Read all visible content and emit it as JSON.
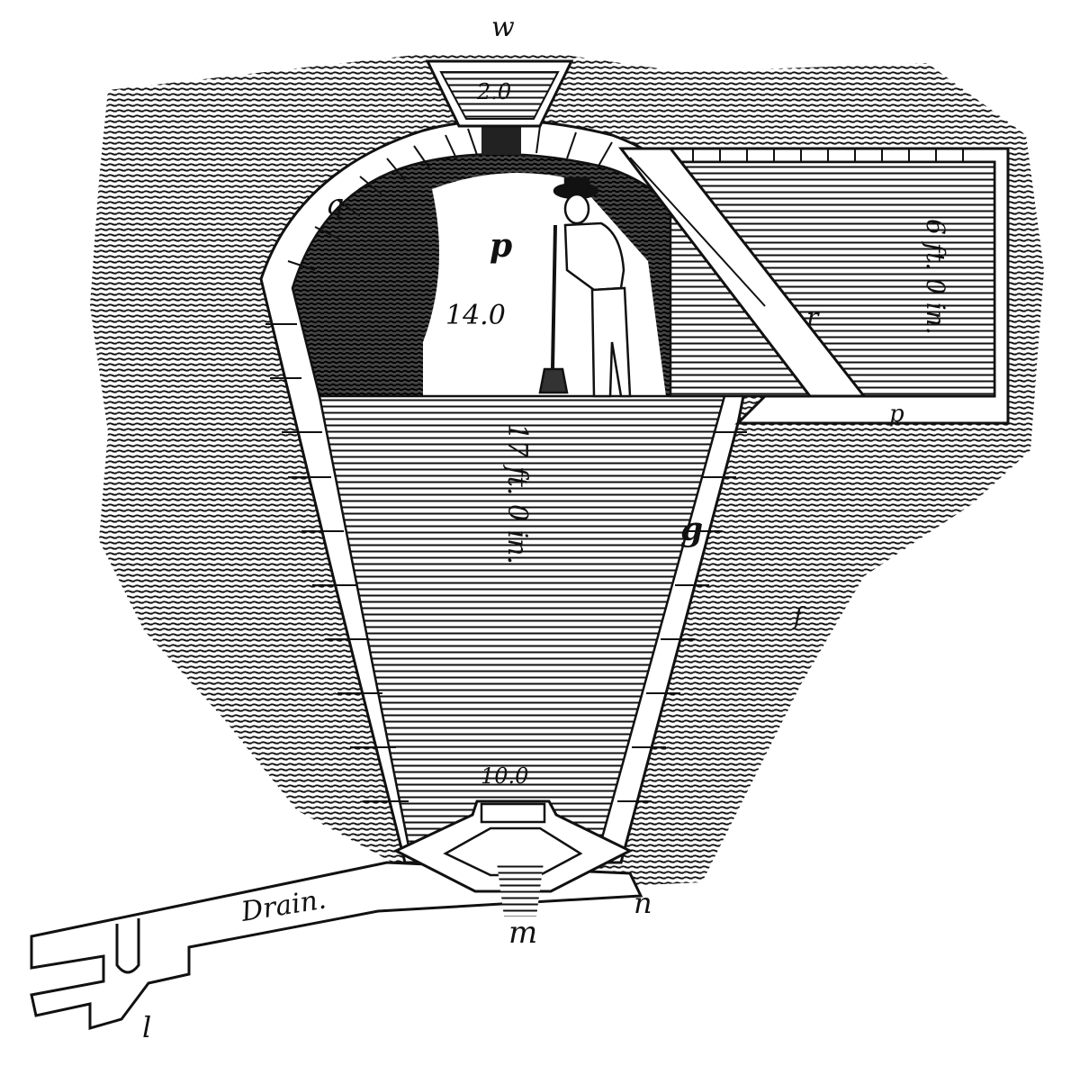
{
  "figure": {
    "labels": {
      "w": "w",
      "cap_top": "2.0",
      "q": "q",
      "p_upper": "p",
      "upper_dim": "14.0",
      "side_depth": "6 ft. 0 in.",
      "r": "r",
      "p_lower": "p",
      "main_depth": "17 ft. 0 in.",
      "g": "g",
      "f": "f",
      "base_width": "10.0",
      "drain": "Drain.",
      "n": "n",
      "m": "m",
      "l": "l"
    }
  }
}
